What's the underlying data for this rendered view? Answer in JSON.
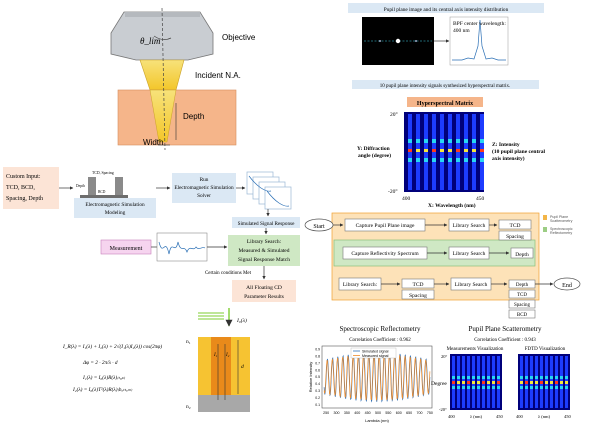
{
  "objective": {
    "objective_label": "Objective",
    "na_label": "Incident N.A.",
    "depth_label": "Depth",
    "width_label": "Width",
    "theta_label": "θ_lim"
  },
  "workflow": {
    "custom_input": [
      "Custom Input:",
      "TCD, BCD,",
      "Spacing, Depth"
    ],
    "em_modeling": [
      "Electromagnetic Simulation",
      "Modeling"
    ],
    "run_solver": [
      "Run",
      "Electromagnetic Simulation",
      "Solver"
    ],
    "tcd_spacing": "TCD, Spacing",
    "depth_small": "Depth",
    "bcd_small": "BCD",
    "simulated_response": "Simulated Signal Response",
    "measurement": "Measurement",
    "library_search": [
      "Library Search:",
      "Measured & Simulated",
      "Signal Response Match"
    ],
    "conditions_met": "Certain conditions Met",
    "parameter_results": [
      "All Floating CD",
      "Parameter Results"
    ]
  },
  "pupil": {
    "title": "Pupil plane image and its central axis intensity distribution",
    "bpf_label": [
      "BPF center wavelength:",
      "400 nm"
    ],
    "synth_title": "10 pupil plane intensity signals synthesized hyperspectral matrix.",
    "matrix_title": "Hyperspectral Matrix",
    "y_label": [
      "Y: Diffraction",
      "angle (degree)"
    ],
    "z_label": [
      "Z: Intensity",
      "(10 pupil plane central",
      "axis intensity)"
    ],
    "x_label": "X: Wavelength (nm)",
    "y_top": "20°",
    "y_bottom": "-20°",
    "x_left": "400",
    "x_right": "450"
  },
  "flow": {
    "start": "Start",
    "end": "End",
    "capture_pupil": "Capture Pupil Plane image",
    "capture_reflect": "Capture Reflectivity Spectrum",
    "library_search": "Library Search",
    "library_search_colon": "Library Search:",
    "tcd": "TCD",
    "spacing": "Spacing",
    "depth": "Depth",
    "bcd": "BCD",
    "legend_pupil": [
      "Pupil Plane",
      "Scatterometry"
    ],
    "legend_spec": [
      "Spectroscopic",
      "Reflectometry"
    ]
  },
  "equations": {
    "i0": "I₀(λ)",
    "lines": [
      "I_R(λ) = I₁(λ) + I₂(λ) + 2√(I₁(λ)I₂(λ)) cos(2πφ)",
      "Δφ = 2 · 2π/λ · d",
      "I₁(λ) = I₀(λ)R(λ)₍ₜₒₚ₎",
      "I₂(λ) = I₀(λ)T²(λ)R(λ)₍bₒₜₜₒₘ₎"
    ],
    "n_top": "n₁",
    "n_bottom": "n₂",
    "i1": "I₁",
    "i2": "I₂",
    "d": "d"
  },
  "reflectometry": {
    "title": "Spectroscopic Reflectometry",
    "subtitle": "Correlation Coefficient : 0.962",
    "legend": [
      "Simulated signal",
      "Measured signal"
    ],
    "y_label": "Relative Intensity",
    "x_label": "Lambda (nm)",
    "x_ticks": [
      "250",
      "300",
      "350",
      "400",
      "450",
      "500",
      "550",
      "600",
      "650",
      "700",
      "750"
    ],
    "y_ticks": [
      "0.9",
      "0.8",
      "0.7",
      "0.6",
      "0.5",
      "0.4",
      "0.3",
      "0.2",
      "0.1"
    ]
  },
  "scatterometry": {
    "title": "Pupil Plane Scatterometry",
    "subtitle": "Correlation  Coefficient : 0.943",
    "left_title": "Measurements Visualization",
    "right_title": "FDTD Visualization",
    "y_label": "Degree",
    "y_top": "20°",
    "y_bottom": "-20°",
    "x_left": "400",
    "x_right": "450",
    "x_label": "λ (nm)"
  },
  "chart_data": {
    "type": "line",
    "title": "Spectroscopic Reflectometry",
    "subtitle": "Correlation Coefficient : 0.962",
    "xlabel": "Lambda (nm)",
    "ylabel": "Relative Intensity",
    "xlim": [
      230,
      760
    ],
    "ylim": [
      0.05,
      0.95
    ],
    "series": [
      {
        "name": "Simulated signal",
        "color": "#2e6fb6",
        "period_nm": 25,
        "phase": 0.0,
        "amplitude": 0.36,
        "mean": 0.5
      },
      {
        "name": "Measured signal",
        "color": "#f08c2a",
        "period_nm": 25,
        "phase": 0.35,
        "amplitude": 0.34,
        "mean": 0.5
      }
    ]
  }
}
